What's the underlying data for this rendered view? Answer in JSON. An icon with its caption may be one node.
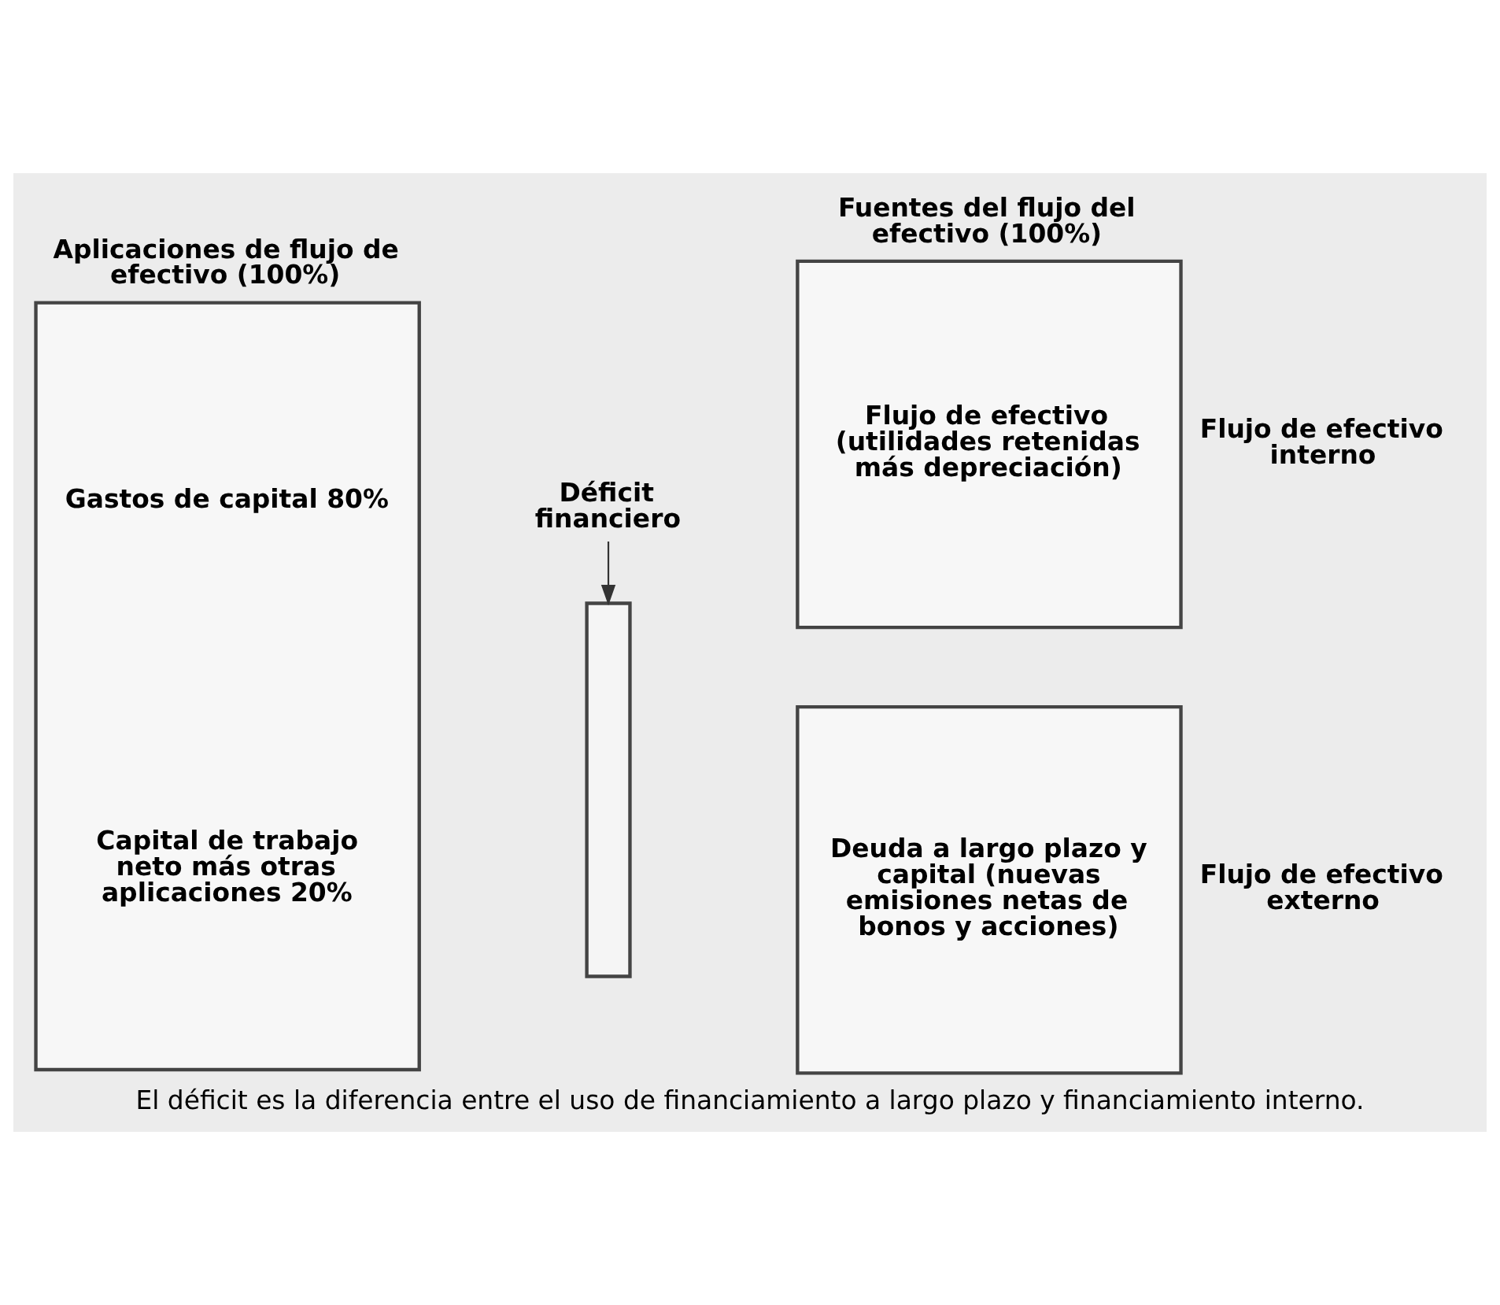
{
  "diagram": {
    "caption": "El déficit es la diferencia entre el uso de financiamiento a largo plazo y financiamiento interno.",
    "nodes": [
      {
        "text": [
          "Aplicaciones de flujo de efectivo (100%)",
          "Gastos de capital 80%",
          "Capital de trabajo neto más otras aplicaciones 20%"
        ]
      },
      {
        "text": [
          "Fuentes del flujo del efectivo (100%)",
          "Flujo de efectivo (utilidades retenidas más depreciación)"
        ],
        "beside": [
          "Flujo de efectivo interno"
        ]
      },
      {
        "text": [
          "Deuda a largo plazo y capital (nuevas emisiones netas de bonos y acciones)"
        ],
        "beside": [
          "Flujo de efectivo externo"
        ]
      },
      {
        "text": [
          "Déficit financiero"
        ]
      },
      {
        "text": [],
        "shape": "arrow"
      }
    ],
    "edges": [
      {
        "from": 3,
        "to": 4,
        "arrow": "to"
      }
    ]
  }
}
